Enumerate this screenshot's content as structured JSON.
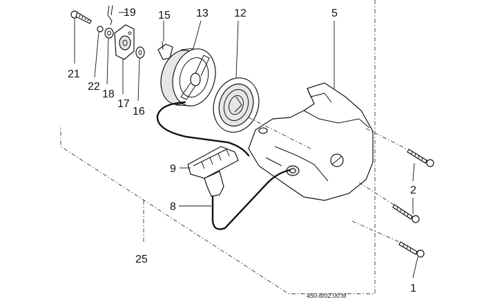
{
  "diagram": {
    "callouts": [
      "19",
      "15",
      "13",
      "12",
      "5",
      "21",
      "22",
      "18",
      "17",
      "16",
      "9",
      "8",
      "2",
      "25",
      "1"
    ],
    "caption": "450-b/02.00.tif"
  }
}
